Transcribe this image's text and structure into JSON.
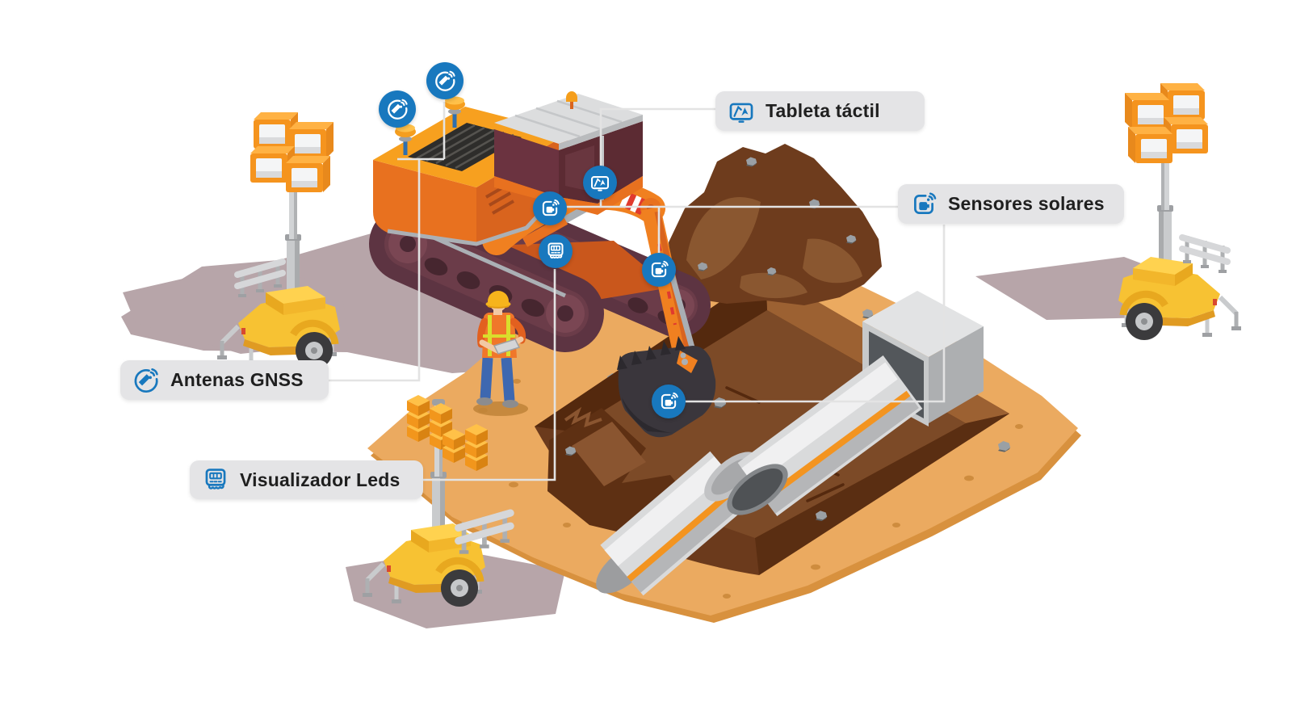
{
  "scene": {
    "description": "Isometric construction-site infographic: GPS-guided excavator digging a trench with concrete pipes, mobile light towers, worker with tablet",
    "background_color": "#ffffff",
    "accent_blue": "#1878BE",
    "label_background": "#E4E4E6",
    "label_text_color": "#1F1F1F",
    "connector_color": "#E3E3E3",
    "ground_color": "#EBAA60",
    "trench_color": "#6B3A1C",
    "machine_color": "#F5941E"
  },
  "labels": [
    {
      "id": "tableta",
      "text": "Tableta táctil",
      "icon": "tablet-icon"
    },
    {
      "id": "sensores",
      "text": "Sensores solares",
      "icon": "solar-sensor-icon"
    },
    {
      "id": "antenas",
      "text": "Antenas GNSS",
      "icon": "gnss-antenna-icon"
    },
    {
      "id": "visualizador",
      "text": "Visualizador Leds",
      "icon": "led-display-icon"
    }
  ],
  "callout_markers": [
    {
      "name": "gnss-antenna-marker-1",
      "icon": "gnss-antenna-icon"
    },
    {
      "name": "gnss-antenna-marker-2",
      "icon": "gnss-antenna-icon"
    },
    {
      "name": "tablet-marker",
      "icon": "tablet-icon"
    },
    {
      "name": "solar-sensor-marker-boom",
      "icon": "solar-sensor-icon"
    },
    {
      "name": "led-display-marker",
      "icon": "led-display-icon"
    },
    {
      "name": "solar-sensor-marker-stick",
      "icon": "solar-sensor-icon"
    },
    {
      "name": "solar-sensor-marker-bucket",
      "icon": "solar-sensor-icon"
    }
  ]
}
